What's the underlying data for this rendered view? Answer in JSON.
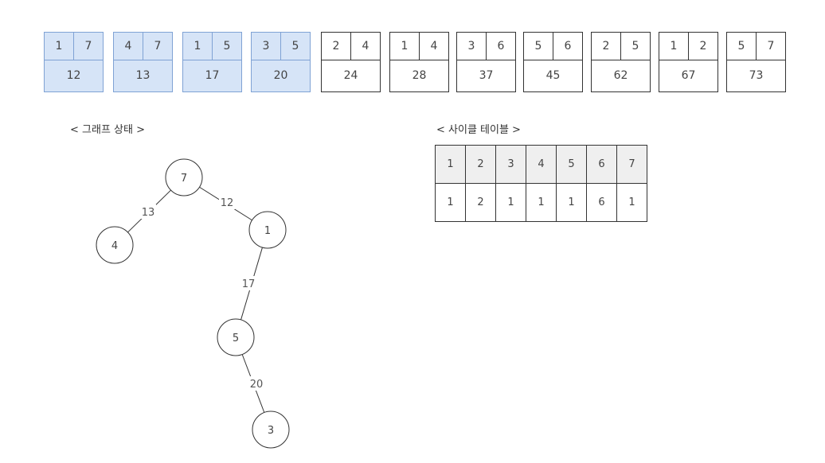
{
  "edges": [
    {
      "a": "1",
      "b": "7",
      "weight": "12",
      "selected": true
    },
    {
      "a": "4",
      "b": "7",
      "weight": "13",
      "selected": true
    },
    {
      "a": "1",
      "b": "5",
      "weight": "17",
      "selected": true
    },
    {
      "a": "3",
      "b": "5",
      "weight": "20",
      "selected": true
    },
    {
      "a": "2",
      "b": "4",
      "weight": "24",
      "selected": false
    },
    {
      "a": "1",
      "b": "4",
      "weight": "28",
      "selected": false
    },
    {
      "a": "3",
      "b": "6",
      "weight": "37",
      "selected": false
    },
    {
      "a": "5",
      "b": "6",
      "weight": "45",
      "selected": false
    },
    {
      "a": "2",
      "b": "5",
      "weight": "62",
      "selected": false
    },
    {
      "a": "1",
      "b": "2",
      "weight": "67",
      "selected": false
    },
    {
      "a": "5",
      "b": "7",
      "weight": "73",
      "selected": false
    }
  ],
  "graph_section": {
    "label": "< 그래프 상태 >",
    "nodes": [
      "7",
      "4",
      "1",
      "5",
      "3"
    ],
    "links": [
      {
        "from": "7",
        "to": "4",
        "weight": "13"
      },
      {
        "from": "7",
        "to": "1",
        "weight": "12"
      },
      {
        "from": "1",
        "to": "5",
        "weight": "17"
      },
      {
        "from": "5",
        "to": "3",
        "weight": "20"
      }
    ]
  },
  "cycle_section": {
    "label": "< 사이클 테이블 >",
    "header": [
      "1",
      "2",
      "3",
      "4",
      "5",
      "6",
      "7"
    ],
    "values": [
      "1",
      "2",
      "1",
      "1",
      "1",
      "6",
      "1"
    ]
  },
  "colors": {
    "selected_fill": "#d6e4f7",
    "selected_border": "#7fa2d4",
    "default_border": "#333333",
    "table_header_fill": "#efefef"
  }
}
